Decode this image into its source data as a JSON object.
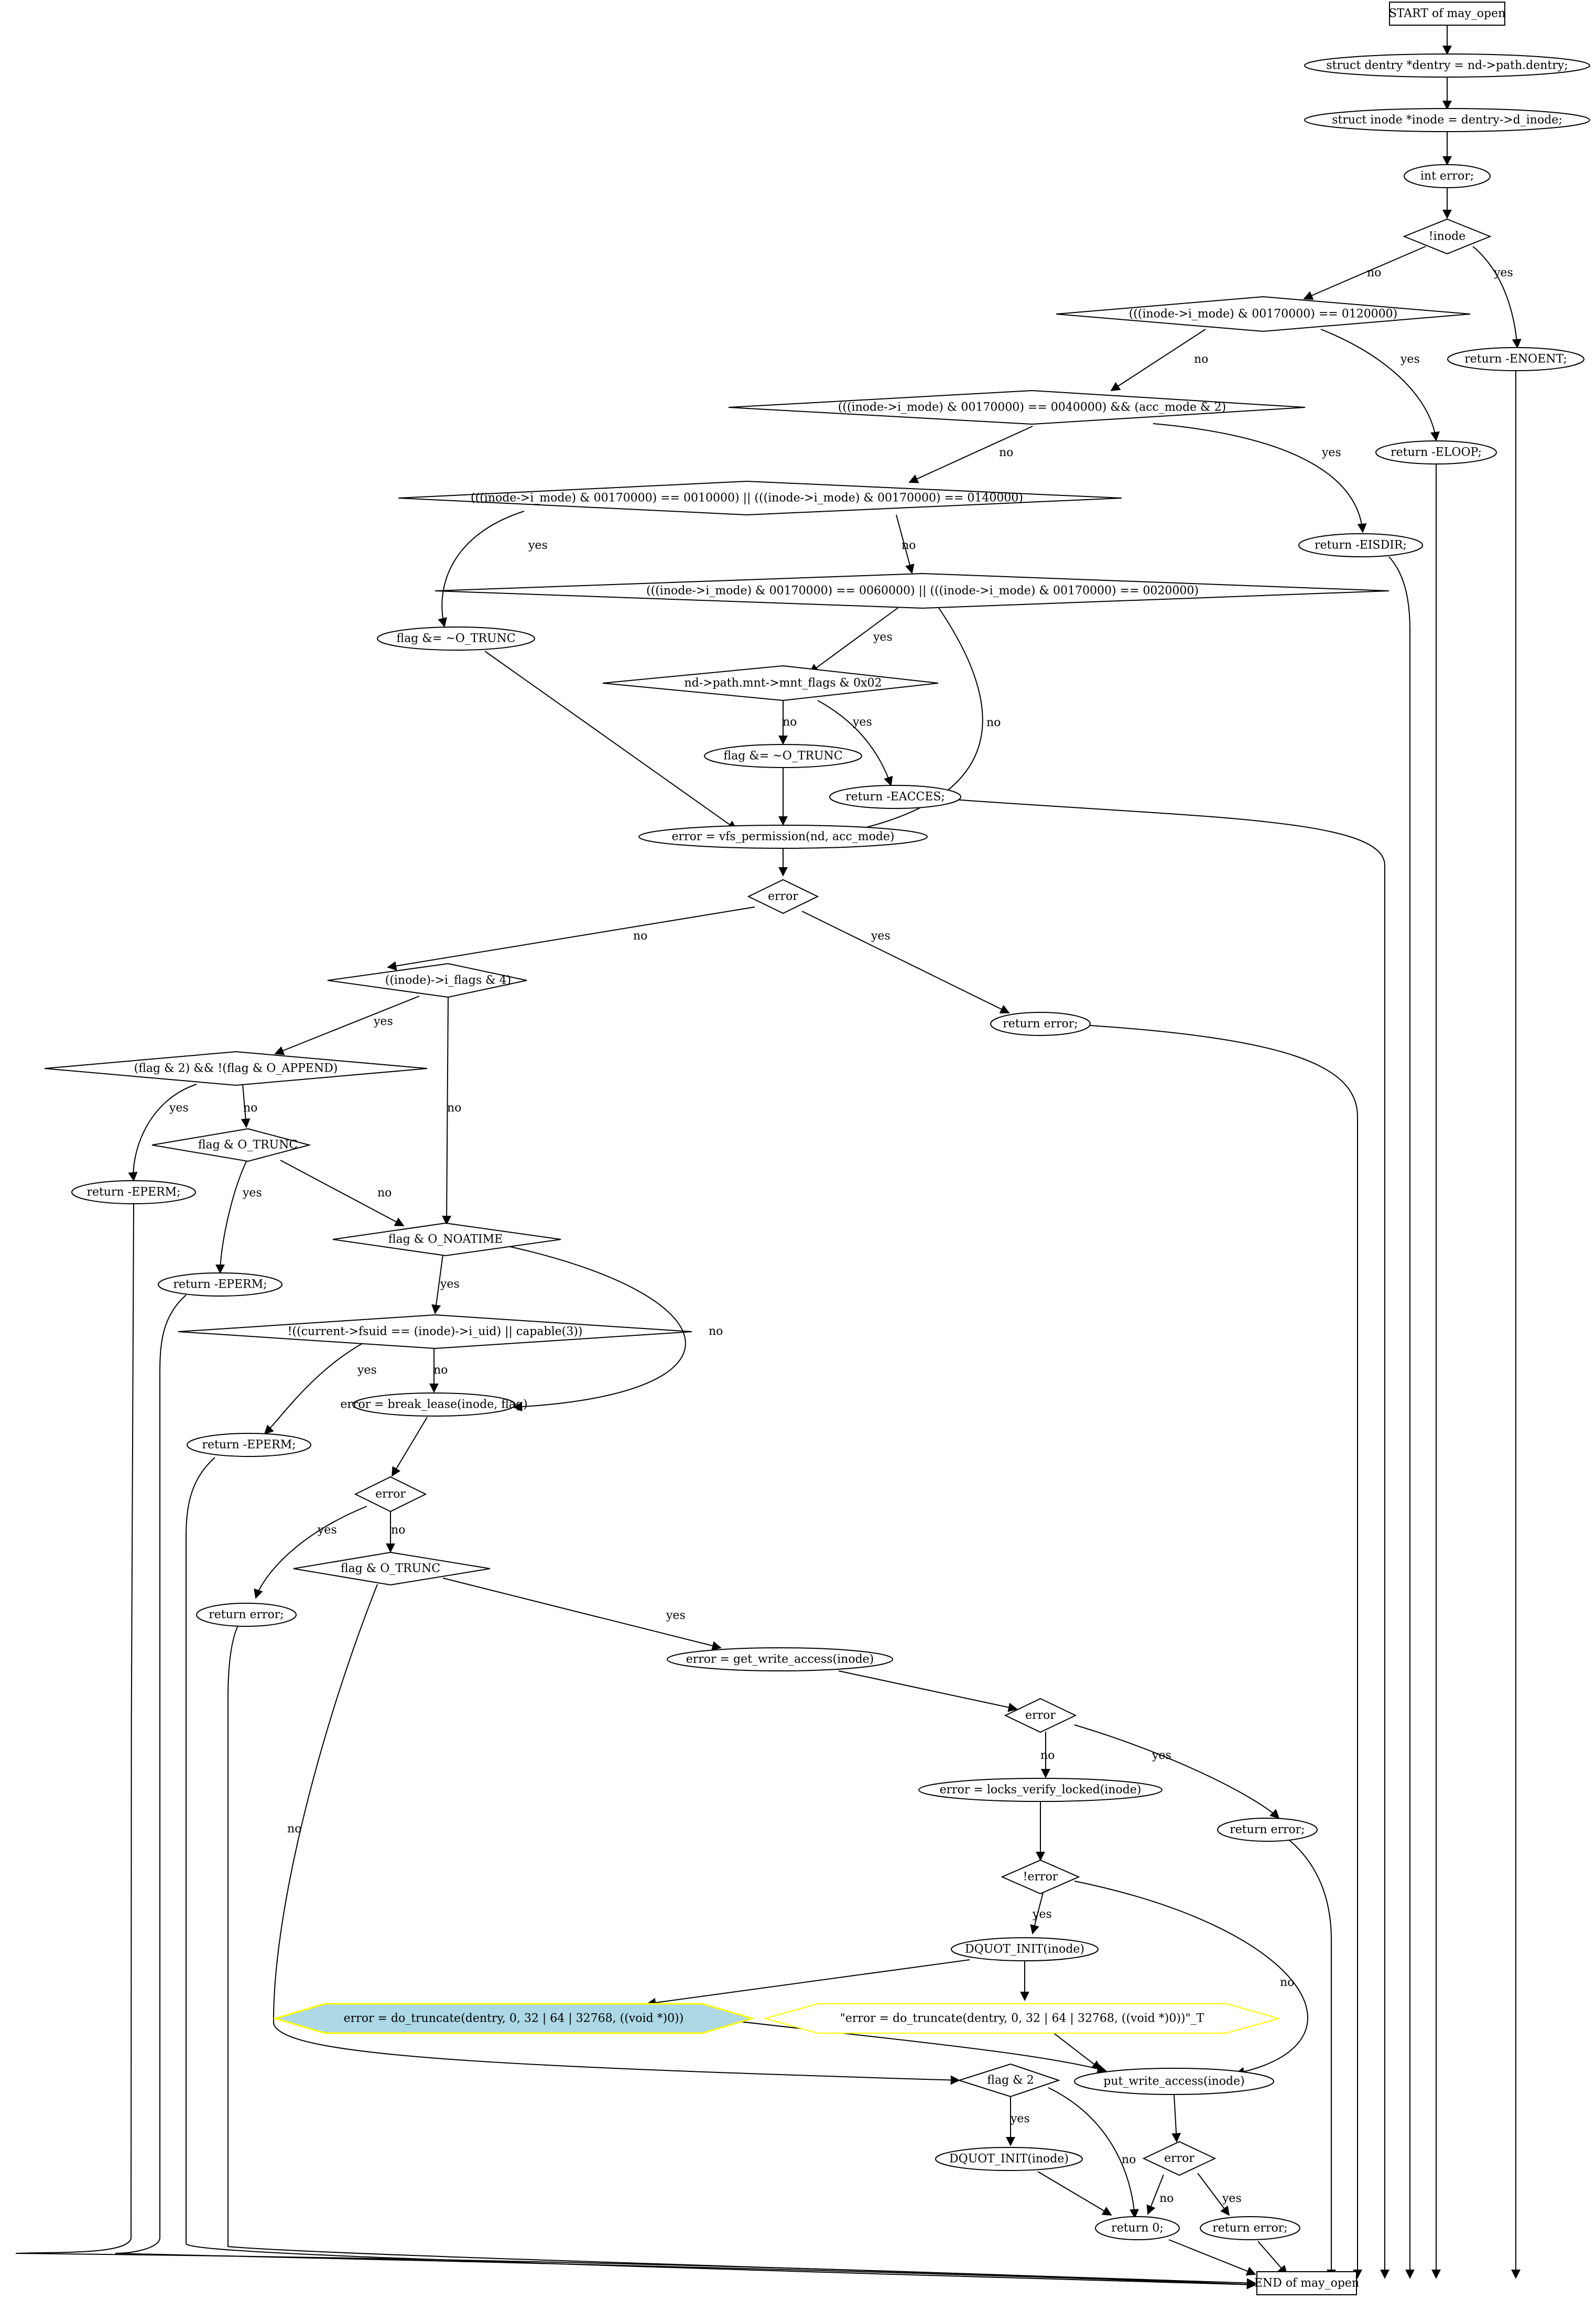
{
  "nodes": {
    "start": "START of may_open",
    "dentry": "struct dentry *dentry = nd->path.dentry;",
    "inode": "struct inode *inode = dentry->d_inode;",
    "int_error": "int error;",
    "not_inode": "!inode",
    "enoent": "return -ENOENT;",
    "lnk": "(((inode->i_mode) & 00170000) == 0120000)",
    "eloop": "return -ELOOP;",
    "dir": "(((inode->i_mode) & 00170000) == 0040000) && (acc_mode & 2)",
    "eisdir": "return -EISDIR;",
    "fifo_sock": "(((inode->i_mode) & 00170000) == 0010000) || (((inode->i_mode) & 00170000) == 0140000)",
    "blk_chr": "(((inode->i_mode) & 00170000) == 0060000) || (((inode->i_mode) & 00170000) == 0020000)",
    "flag_trunc1": "flag &= ~O_TRUNC",
    "mnt_flags": "nd->path.mnt->mnt_flags & 0x02",
    "flag_trunc2": "flag &= ~O_TRUNC",
    "eacces": "return -EACCES;",
    "vfs_perm": "error = vfs_permission(nd, acc_mode)",
    "error1": "error",
    "ret_error1": "return error;",
    "iflags": "((inode)->i_flags & 4)",
    "append": "(flag & 2) && !(flag & O_APPEND)",
    "eperm1": "return -EPERM;",
    "o_trunc_chk": "flag & O_TRUNC",
    "eperm2": "return -EPERM;",
    "noatime": "flag & O_NOATIME",
    "fsuid": "!((current->fsuid == (inode)->i_uid) || capable(3))",
    "eperm3": "return -EPERM;",
    "break_lease": "error = break_lease(inode, flag)",
    "error2": "error",
    "ret_error2": "return error;",
    "o_trunc2": "flag & O_TRUNC",
    "get_write": "error = get_write_access(inode)",
    "error3": "error",
    "locks_verify": "error = locks_verify_locked(inode)",
    "ret_error3": "return error;",
    "not_error": "!error",
    "dquot1": "DQUOT_INIT(inode)",
    "do_trunc": "error = do_truncate(dentry, 0, 32 | 64 | 32768, ((void *)0))",
    "do_trunc_t": "\"error = do_truncate(dentry, 0, 32 | 64 | 32768, ((void *)0))\"_T",
    "put_write": "put_write_access(inode)",
    "flag2": "flag & 2",
    "dquot2": "DQUOT_INIT(inode)",
    "error4": "error",
    "ret_error4": "return error;",
    "ret0": "return 0;",
    "end": "END of may_open"
  },
  "edge_labels": {
    "yes": "yes",
    "no": "no"
  },
  "colors": {
    "highlight_fill": "#add8e6",
    "highlight_stroke": "#ffff00",
    "dashed_stroke": "#ffff00"
  }
}
